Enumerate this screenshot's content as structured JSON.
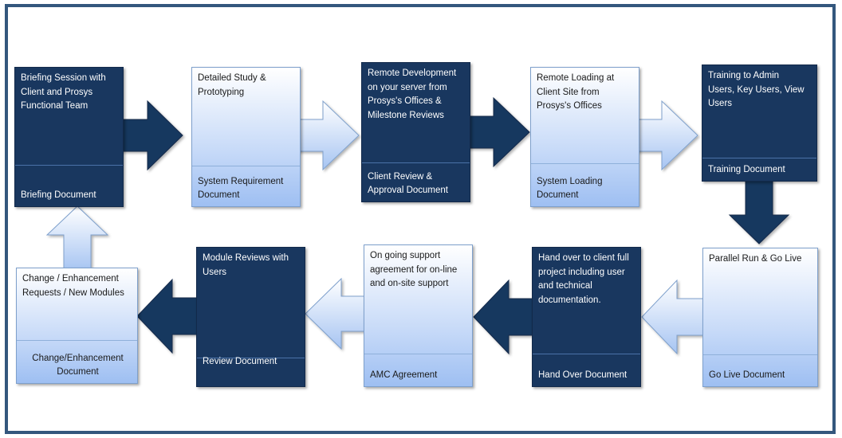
{
  "diagram": {
    "colors": {
      "dark": "#19375f",
      "light_top": "#ffffff",
      "light_bottom": "#9ebff2",
      "frame": "#34577d"
    },
    "steps": [
      {
        "id": "briefing",
        "title": "Briefing Session with\nClient and Prosys\nFunctional Team",
        "document": "Briefing Document",
        "style": "dark"
      },
      {
        "id": "study",
        "title": "Detailed Study &\nPrototyping",
        "document": "System Requirement\nDocument",
        "style": "light"
      },
      {
        "id": "remote-dev",
        "title": "Remote Development\non your server from\nProsys's Offices &\nMilestone Reviews",
        "document": "Client Review  &\nApproval Document",
        "style": "dark"
      },
      {
        "id": "remote-loading",
        "title": "Remote Loading at\nClient Site from\nProsys's Offices",
        "document": "System Loading\nDocument",
        "style": "light"
      },
      {
        "id": "training",
        "title": "Training to  Admin\nUsers, Key Users, View\nUsers",
        "document": "Training Document",
        "style": "dark"
      },
      {
        "id": "parallel-run",
        "title": "Parallel Run & Go Live",
        "document": "Go Live Document",
        "style": "light"
      },
      {
        "id": "handover",
        "title": "Hand over to client full\nproject including user\nand technical\ndocumentation.",
        "document": "Hand Over Document",
        "style": "dark"
      },
      {
        "id": "support",
        "title": "On going support\nagreement for on-line\nand on-site support",
        "document": "AMC Agreement",
        "style": "light"
      },
      {
        "id": "module-reviews",
        "title": "Module Reviews with\nUsers",
        "document": "Review Document",
        "style": "dark"
      },
      {
        "id": "change",
        "title": "Change / Enhancement\nRequests / New Modules",
        "document": "Change/Enhancement\nDocument",
        "style": "light"
      }
    ]
  }
}
